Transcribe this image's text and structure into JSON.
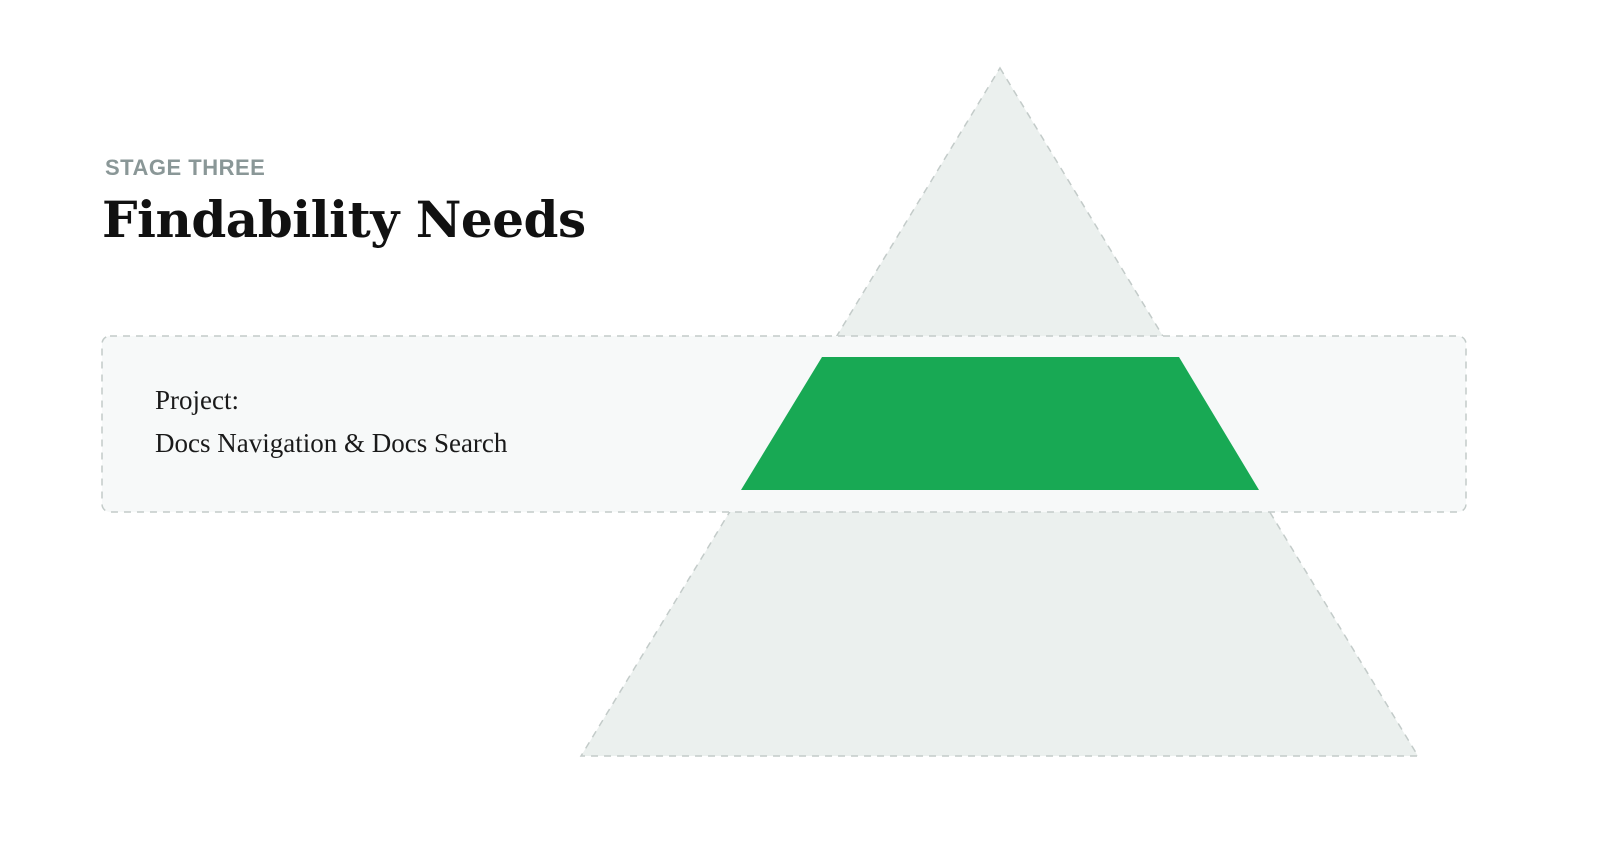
{
  "header": {
    "eyebrow": "STAGE THREE",
    "title": "Findability Needs"
  },
  "project_card": {
    "label": "Project:",
    "name": "Docs Navigation & Docs Search"
  },
  "pyramid": {
    "levels_highlighted": "middle",
    "colors": {
      "pyramid_fill": "#ebf0ee",
      "outline": "#c3cbc9",
      "highlight": "#18a954",
      "card_fill": "#f7f9f9"
    }
  }
}
